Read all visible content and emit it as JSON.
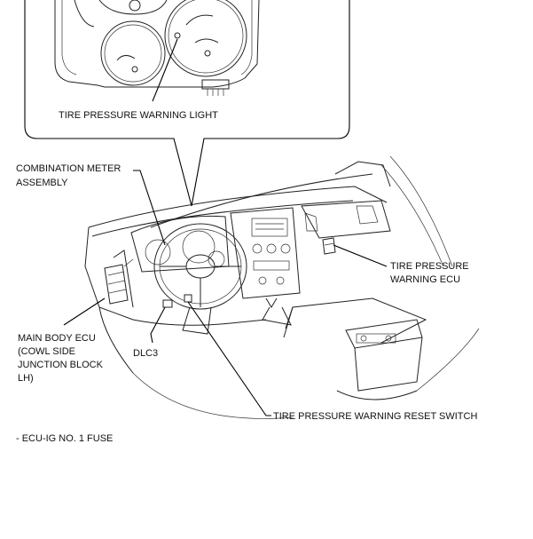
{
  "labels": {
    "tire_pressure_warning_light": "TIRE PRESSURE WARNING LIGHT",
    "combination_meter_line1": "COMBINATION METER",
    "combination_meter_line2": "ASSEMBLY",
    "tpw_ecu_line1": "TIRE PRESSURE",
    "tpw_ecu_line2": "WARNING ECU",
    "main_body_ecu_line1": "MAIN BODY ECU",
    "main_body_ecu_line2": "(COWL SIDE",
    "main_body_ecu_line3": "JUNCTION BLOCK",
    "main_body_ecu_line4": "LH)",
    "dlc3": "DLC3",
    "reset_switch": "TIRE PRESSURE WARNING RESET SWITCH",
    "fuse_note": "- ECU-IG NO. 1 FUSE"
  }
}
